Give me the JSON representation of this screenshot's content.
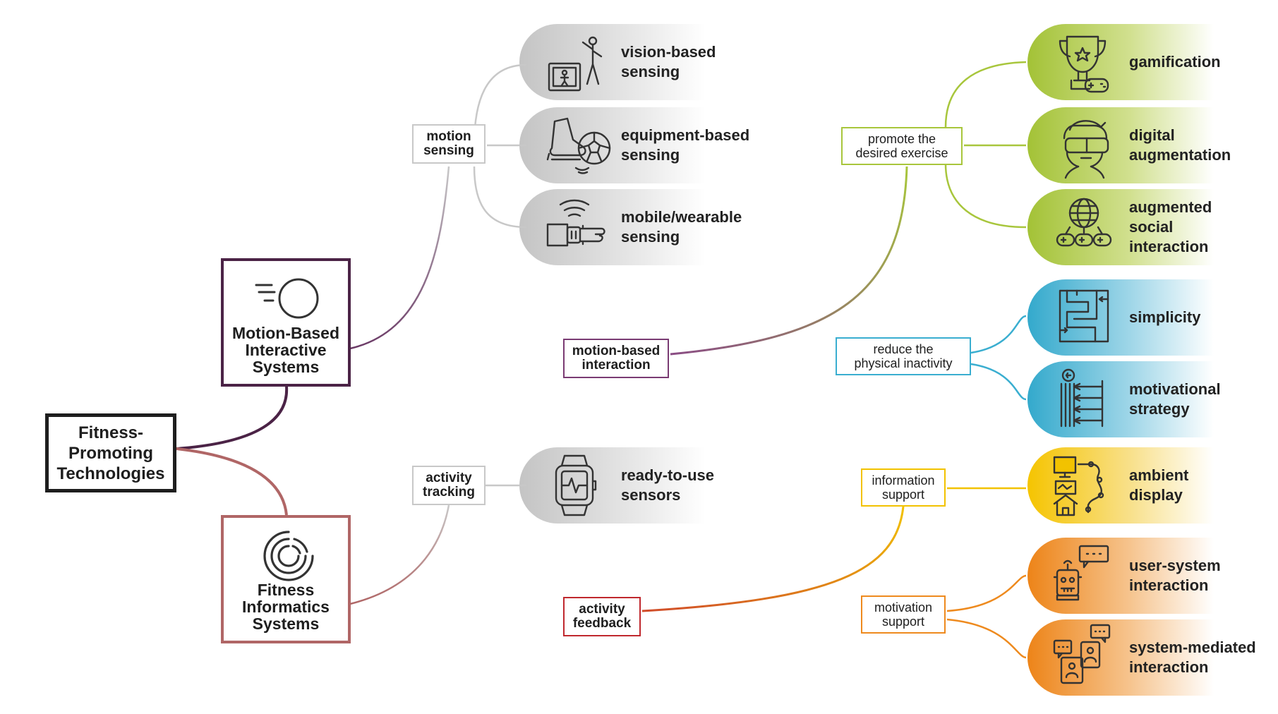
{
  "root": {
    "label": "Fitness-\nPromoting\nTechnologies"
  },
  "branches": {
    "motion": {
      "label": "Motion-Based\nInteractive\nSystems",
      "icon": "motion-circle-icon",
      "color": "#4b2346"
    },
    "informatics": {
      "label": "Fitness\nInformatics\nSystems",
      "icon": "concentric-arcs-icon",
      "color": "#b06666"
    }
  },
  "sub_labels": {
    "motion_sensing": "motion\nsensing",
    "motion_interaction": "motion-based\ninteraction",
    "activity_tracking": "activity\ntracking",
    "activity_feedback": "activity\nfeedback"
  },
  "goal_labels": {
    "promote": "promote the\ndesired exercise",
    "reduce": "reduce the\nphysical inactivity",
    "information": "information\nsupport",
    "motivation": "motivation\nsupport"
  },
  "sensing_items": [
    {
      "label": "vision-based\nsensing",
      "icon": "vision-sensing-icon"
    },
    {
      "label": "equipment-based\nsensing",
      "icon": "equipment-sensing-icon"
    },
    {
      "label": "mobile/wearable\nsensing",
      "icon": "wearable-sensing-icon"
    },
    {
      "label": "ready-to-use\nsensors",
      "icon": "smartwatch-icon"
    }
  ],
  "outcome_items": [
    {
      "label": "gamification",
      "icon": "trophy-icon"
    },
    {
      "label": "digital\naugmentation",
      "icon": "vr-headset-icon"
    },
    {
      "label": "augmented\nsocial\ninteraction",
      "icon": "globe-gamepad-icon"
    },
    {
      "label": "simplicity",
      "icon": "maze-icon"
    },
    {
      "label": "motivational\nstrategy",
      "icon": "strategy-arrows-icon"
    },
    {
      "label": "ambient\ndisplay",
      "icon": "ambient-display-icon"
    },
    {
      "label": "user-system\ninteraction",
      "icon": "robot-chat-icon"
    },
    {
      "label": "system-mediated\ninteraction",
      "icon": "phone-chat-icon"
    }
  ],
  "colors": {
    "green": "#a8c63c",
    "blue": "#3aaed0",
    "yellow": "#f2c200",
    "orange": "#ee8a1e",
    "gray": "#c8c8c8",
    "purple": "#7a3b73",
    "red": "#c0282e"
  }
}
